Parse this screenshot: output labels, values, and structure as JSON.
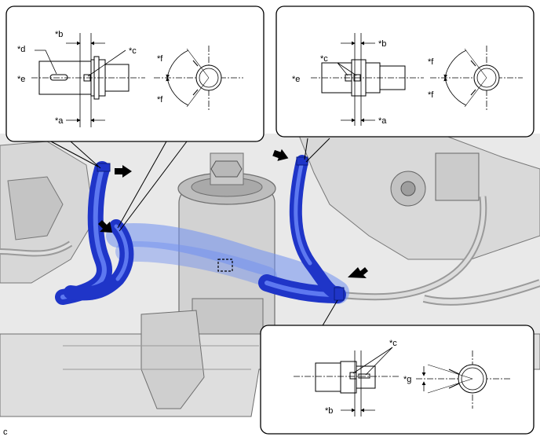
{
  "figure": {
    "corner_code": "c",
    "callouts": {
      "top_left": {
        "a": "*a",
        "b": "*b",
        "c": "*c",
        "d": "*d",
        "e": "*e",
        "f_upper": "*f",
        "f_lower": "*f"
      },
      "top_right": {
        "a": "*a",
        "b": "*b",
        "c": "*c",
        "e": "*e",
        "f_upper": "*f",
        "f_lower": "*f"
      },
      "bottom_right": {
        "b": "*b",
        "c": "*c",
        "g": "*g"
      }
    },
    "colors": {
      "hose": "#1f35c8",
      "hose_highlight": "#5d78f0",
      "hose_translucent": "#6f8ff0",
      "engine_gray": "#cfcfcf",
      "engine_dark": "#8a8a8a",
      "frame": "#000000"
    }
  }
}
